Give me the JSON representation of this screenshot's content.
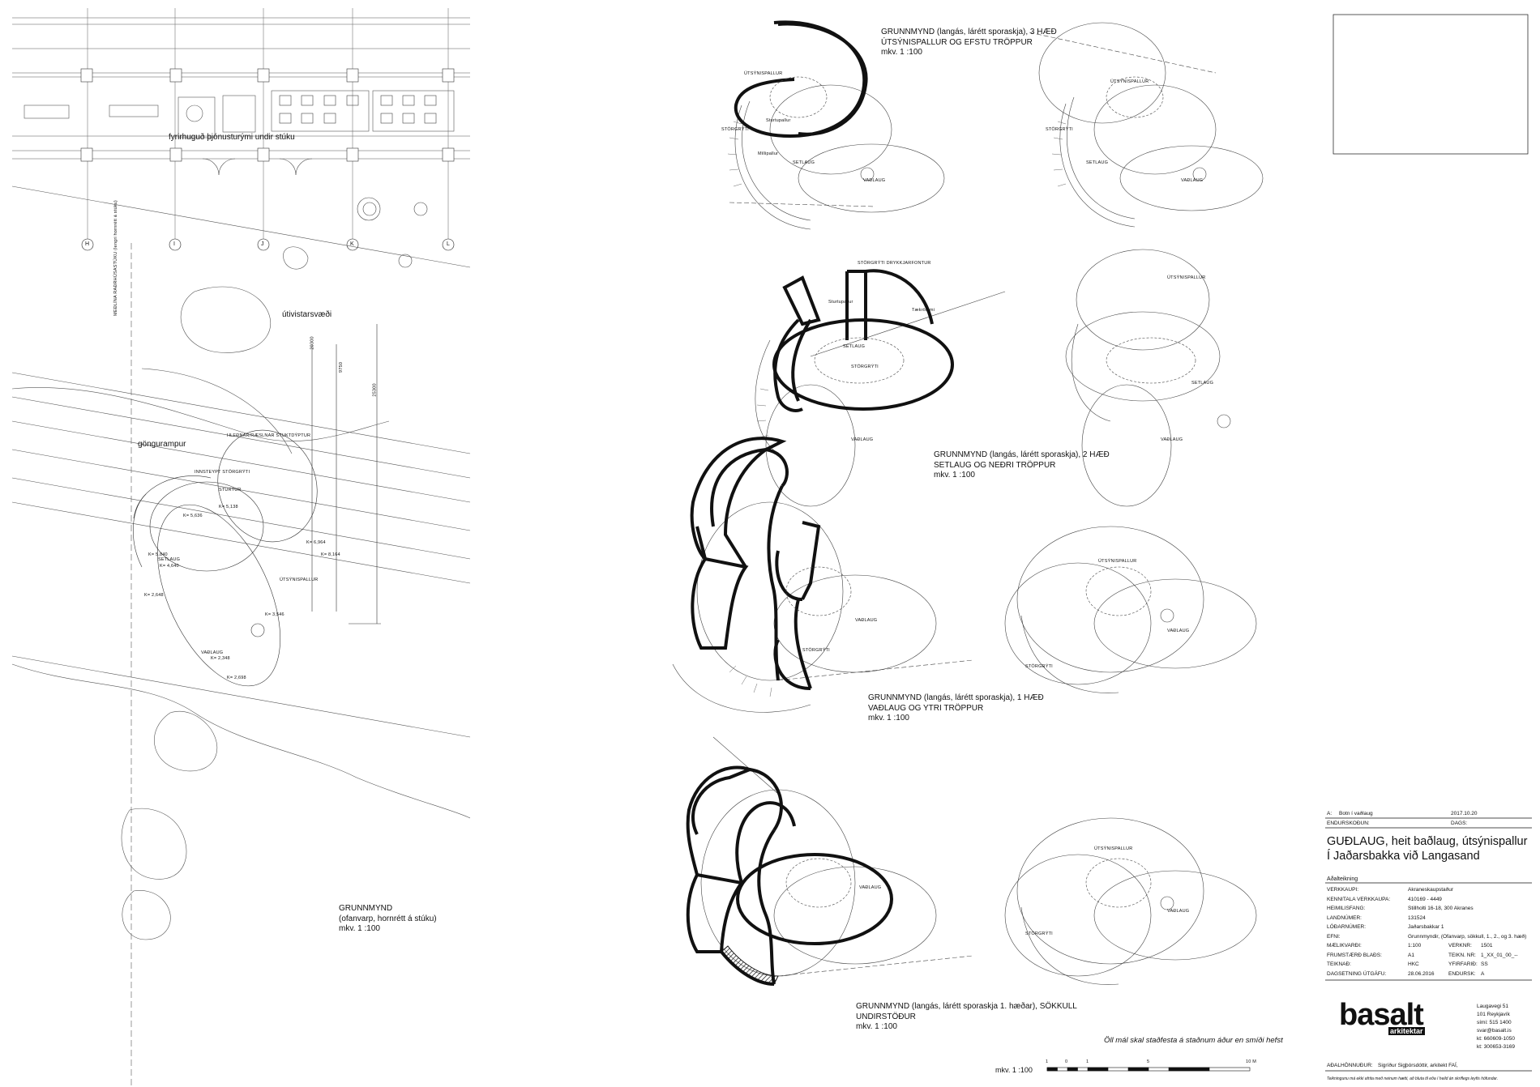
{
  "plan_left": {
    "room_label": "fyrirhuguð þjónusturými undir stúku",
    "area_label": "útivistarsvæði",
    "ramp_label": "göngurampur",
    "grid_axes": [
      "H",
      "I",
      "J",
      "K",
      "L"
    ],
    "caption": [
      "GRUNNMYND",
      "(ofanvarp, hornrétt á stúku)",
      "mkv. 1 :100"
    ],
    "dims": [
      "25300",
      "9750",
      "20300"
    ],
    "small_labels": [
      "SETLAUG",
      "ÚTSÝNISPALLUR",
      "VAÐLAUG",
      "STURTUR",
      "INNSTEYPT STÖRGRÝTI",
      "HLEÐNAR/RÆSLNAR STUKTDÝPTUR",
      "MEÐLÍNA RAÐRHÚSASTÚKU (lengri hornrétt á stúku)"
    ],
    "levels": [
      "K= 5,138",
      "K= 5,636",
      "K= 5,840",
      "K= 4,640",
      "K= 2,648",
      "K= 6,964",
      "K= 8,164",
      "K= 3,546",
      "K= 2,348",
      "K= 2,698"
    ]
  },
  "plans_right": {
    "level3": [
      "GRUNNMYND (langás, lárétt sporaskja), 3 HÆÐ",
      "ÚTSÝNISPALLUR OG EFSTU TRÖPPUR",
      "mkv. 1 :100"
    ],
    "level2": [
      "GRUNNMYND (langás, lárétt sporaskja), 2 HÆÐ",
      "SETLAUG OG NEÐRI TRÖPPUR",
      "mkv. 1 :100"
    ],
    "level1": [
      "GRUNNMYND (langás, lárétt sporaskja), 1 HÆÐ",
      "VAÐLAUG OG YTRI TRÖPPUR",
      "mkv. 1 :100"
    ],
    "foundation": [
      "GRUNNMYND (langás, lárétt sporaskja 1. hæðar), SÖKKULL",
      "UNDIRSTÖÐUR",
      "mkv. 1 :100"
    ],
    "inner_labels": [
      "ÚTSÝNISPALLUR",
      "SETLAUG",
      "VAÐLAUG",
      "STÖRGRÝTI",
      "Sturtupallur",
      "Millipallur",
      "Tækrörými",
      "STÖRGRÝTI DRYKKJARFONTUR"
    ]
  },
  "revision": {
    "code": "A:",
    "desc": "Botn í vaðlaug",
    "date": "2017.10.20",
    "header_left": "ENDURSKOÐUN:",
    "header_right": "DAGS:"
  },
  "title": {
    "line1": "GUÐLAUG, heit baðlaug, útsýnispallur",
    "line2": "Í Jaðarsbakka við Langasand",
    "sub": "Aðalteikning"
  },
  "info_rows": [
    {
      "key": "VERKKAUPI:",
      "value": "Akraneskaupstaður"
    },
    {
      "key": "KENNITALA VERKKAUPA:",
      "value": "410169 - 4449"
    },
    {
      "key": "HEIMILISFANG:",
      "value": "Stillholti 16-18, 300 Akranes"
    },
    {
      "key": "LANDNÚMER:",
      "value": "131524"
    },
    {
      "key": "LÓÐARNÚMER:",
      "value": "Jaðarsbakkar 1"
    },
    {
      "key": "EFNI:",
      "value": "Grunnmyndir, (Ofanvarp, sökkull, 1., 2., og 3. hæð)"
    }
  ],
  "info_pairs": [
    {
      "k1": "MÆLIKVARÐI:",
      "v1": "1:100",
      "k2": "VERKNR:",
      "v2": "1501"
    },
    {
      "k1": "FRUMSTÆRÐ BLAÐS:",
      "v1": "A1",
      "k2": "TEIKN. NR:",
      "v2": "1_XX_01_00_--"
    },
    {
      "k1": "TEIKNAÐ:",
      "v1": "HKC",
      "k2": "YFIRFARIÐ:",
      "v2": "SS"
    },
    {
      "k1": "DAGSETNING ÚTGÁFU:",
      "v1": "28.06.2016",
      "k2": "ENDURSK:",
      "v2": "A"
    }
  ],
  "firm": {
    "logo": "basalt",
    "logo_sub": "arkitektar",
    "address": [
      "Laugavegi 51",
      "101 Reykjavík",
      "sími: 515 1400",
      "svar@basalt.is",
      "kt: 660609-1050",
      "kt: 300653-3169"
    ]
  },
  "designer": {
    "key": "AÐALHÖNNUÐUR:",
    "value": "Sigríður Sigþórsdóttir, arkitekt FAÍ,"
  },
  "footer_note": "Teikningunu má ekki afrita með neinum hætti, að bluta til eða í heild án skriflegs leyfis höfundar.",
  "notice": "Öll mál skal staðfesta á staðnum áður en smíði hefst",
  "scale": {
    "label": "mkv. 1 :100",
    "ticks": [
      "1",
      "0",
      "1",
      "5",
      "10 M"
    ]
  },
  "colors": {
    "ink": "#111111",
    "faint": "#9a9a9a",
    "paper": "#ffffff"
  }
}
